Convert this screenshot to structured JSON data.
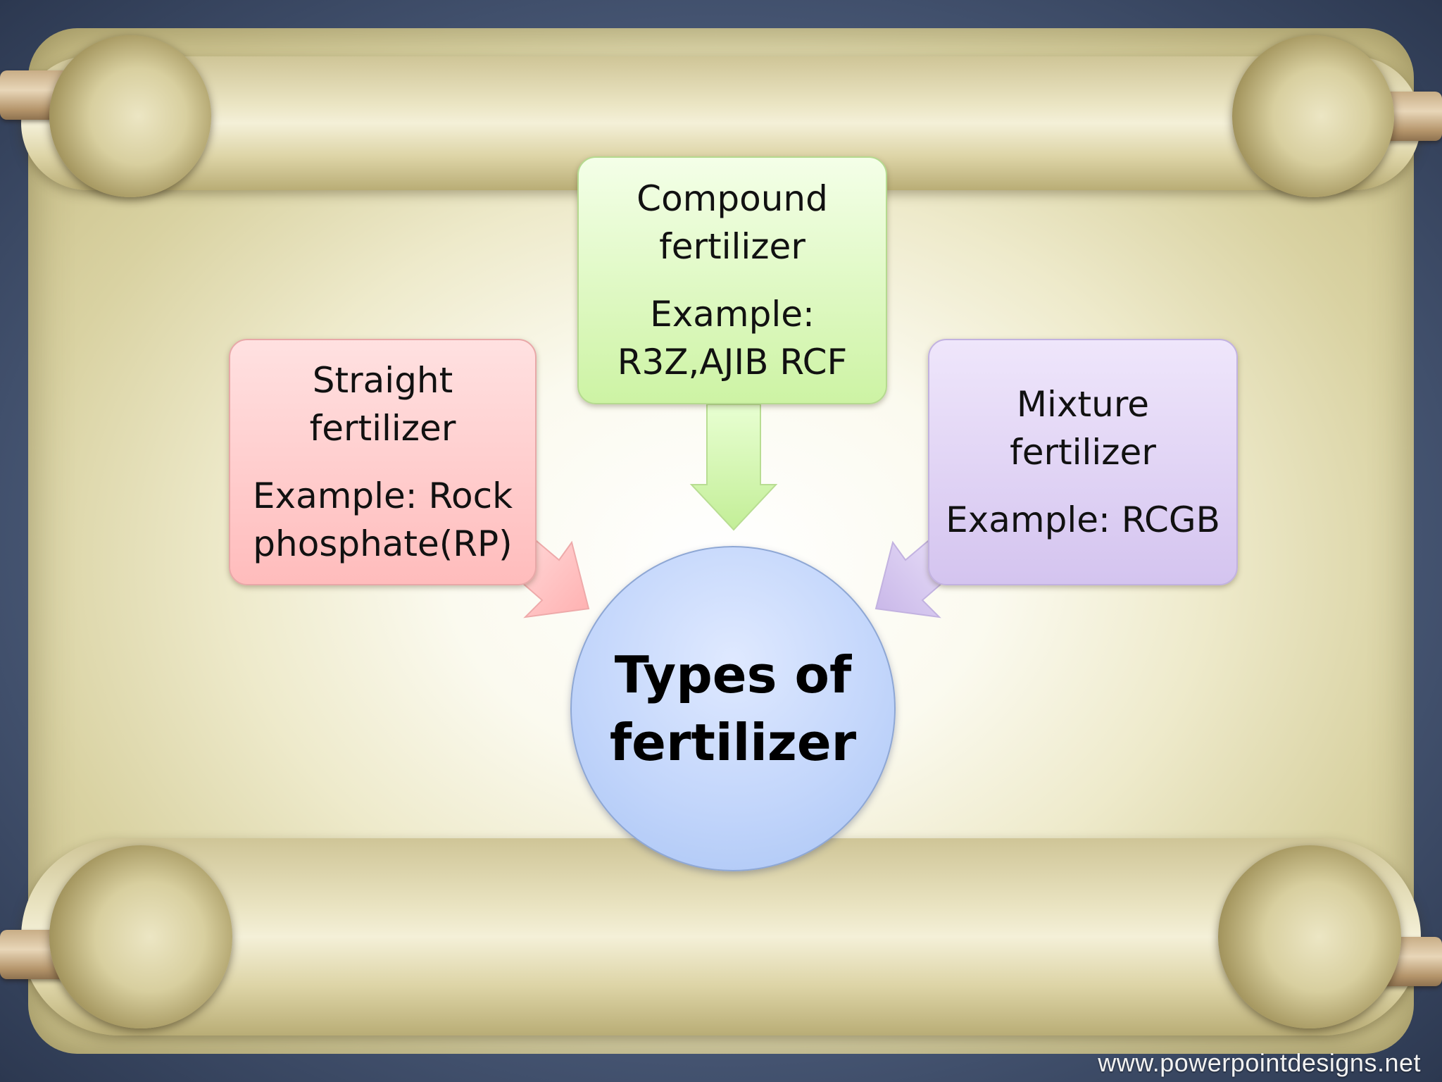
{
  "diagram": {
    "center": {
      "title": "Types of fertilizer"
    },
    "nodes": [
      {
        "id": "straight",
        "name": "Straight fertilizer",
        "example": "Example: Rock phosphate(RP)",
        "color": "#ffbcbc"
      },
      {
        "id": "compound",
        "name": "Compound fertilizer",
        "example": "Example: R3Z,AJIB RCF",
        "color": "#cdf3a4"
      },
      {
        "id": "mixture",
        "name": "Mixture fertilizer",
        "example": "Example: RCGB",
        "color": "#d4c4ef"
      }
    ],
    "edges": [
      {
        "from": "straight",
        "to": "center"
      },
      {
        "from": "compound",
        "to": "center"
      },
      {
        "from": "mixture",
        "to": "center"
      }
    ]
  },
  "footer": {
    "url": "www.powerpointdesigns.net"
  }
}
